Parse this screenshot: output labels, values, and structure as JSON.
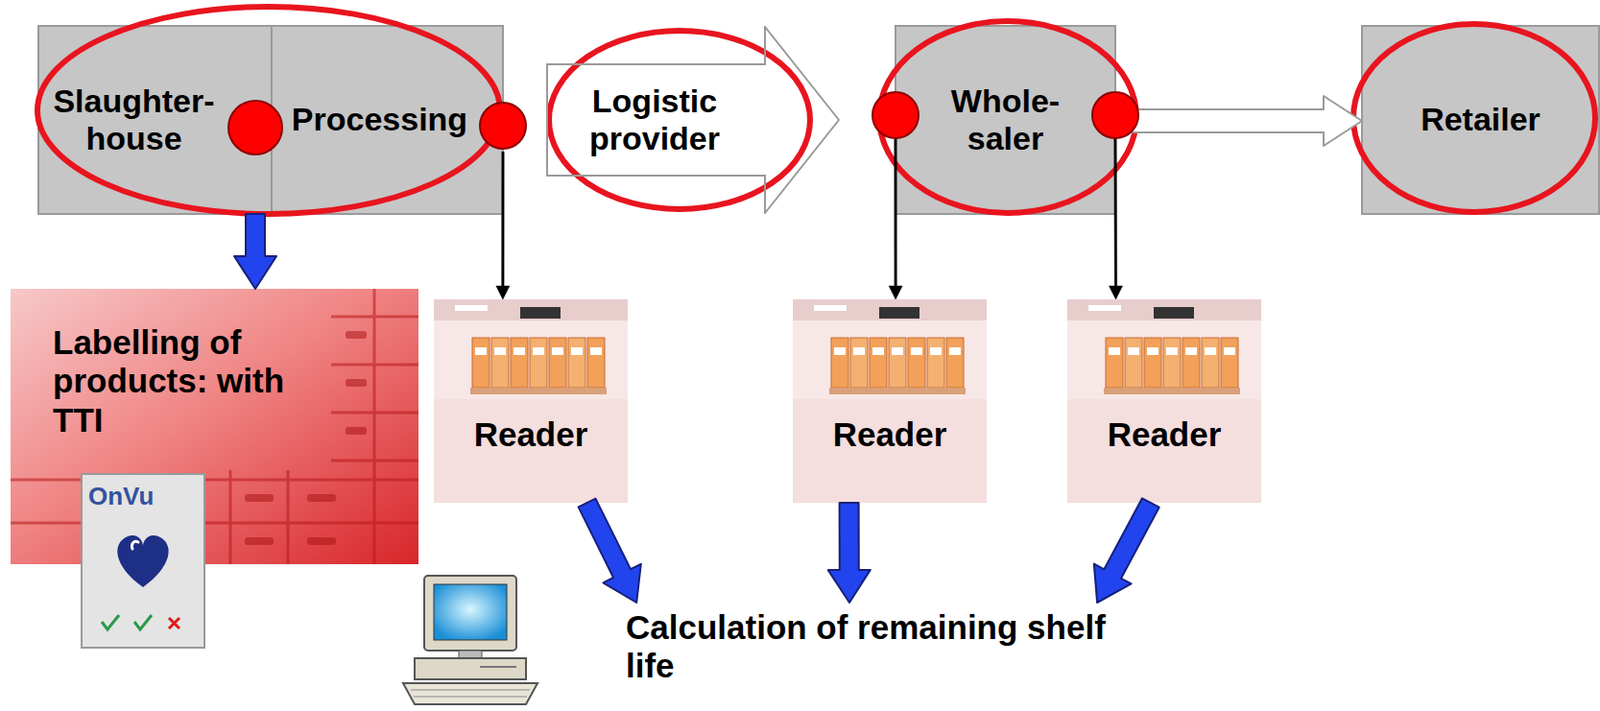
{
  "diagram": {
    "nodes": [
      {
        "text": [
          "Slaughter- house"
        ]
      },
      {
        "text": [
          "Processing"
        ]
      },
      {
        "text": [
          "Logistic provider"
        ]
      },
      {
        "text": [
          "Whole- saler"
        ]
      },
      {
        "text": [
          "Retailer"
        ]
      },
      {
        "text": [
          "Labelling of products: with TTI"
        ]
      },
      {
        "text": [
          "Reader"
        ]
      },
      {
        "text": [
          "Reader"
        ]
      },
      {
        "text": [
          "Reader"
        ]
      },
      {
        "text": [
          "Calculation of remaining shelf life"
        ]
      }
    ],
    "edges": [
      {
        "from": 0,
        "to": 5,
        "arrow": "to"
      },
      {
        "from": 1,
        "to": 6,
        "arrow": "to"
      },
      {
        "from": 3,
        "to": 7,
        "arrow": "to"
      },
      {
        "from": 3,
        "to": 8,
        "arrow": "to"
      },
      {
        "from": 3,
        "to": 4,
        "arrow": "to"
      },
      {
        "from": 6,
        "to": 9,
        "arrow": "to"
      },
      {
        "from": 7,
        "to": 9,
        "arrow": "to"
      },
      {
        "from": 8,
        "to": 9,
        "arrow": "to"
      }
    ],
    "labels": [
      "OnVu"
    ]
  }
}
